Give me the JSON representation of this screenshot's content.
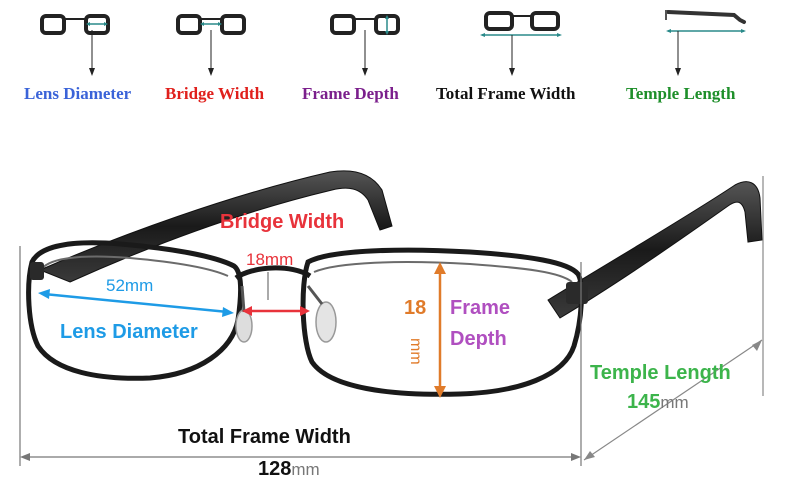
{
  "legend": [
    {
      "label": "Lens Diameter",
      "color": "#3a63d8"
    },
    {
      "label": "Bridge Width",
      "color": "#e0201c"
    },
    {
      "label": "Frame Depth",
      "color": "#7b1f8c"
    },
    {
      "label": "Total Frame Width",
      "color": "#111111"
    },
    {
      "label": "Temple Length",
      "color": "#1e8f2a"
    }
  ],
  "diagram": {
    "bridge_width": {
      "title": "Bridge Width",
      "value": "18mm",
      "color": "#e8333b"
    },
    "lens_diameter": {
      "title": "Lens Diameter",
      "value": "52mm",
      "color": "#1e9be6"
    },
    "frame_depth": {
      "title_line1": "Frame",
      "title_line2": "Depth",
      "number": "18",
      "unit": "mm",
      "title_color": "#b04fc0",
      "measure_color": "#e07b2a"
    },
    "temple_length": {
      "title": "Temple Length",
      "number": "145",
      "unit": "mm",
      "color": "#3cb44b"
    },
    "total_frame_width": {
      "title": "Total Frame Width",
      "number": "128",
      "unit": "mm",
      "color": "#111111"
    }
  }
}
